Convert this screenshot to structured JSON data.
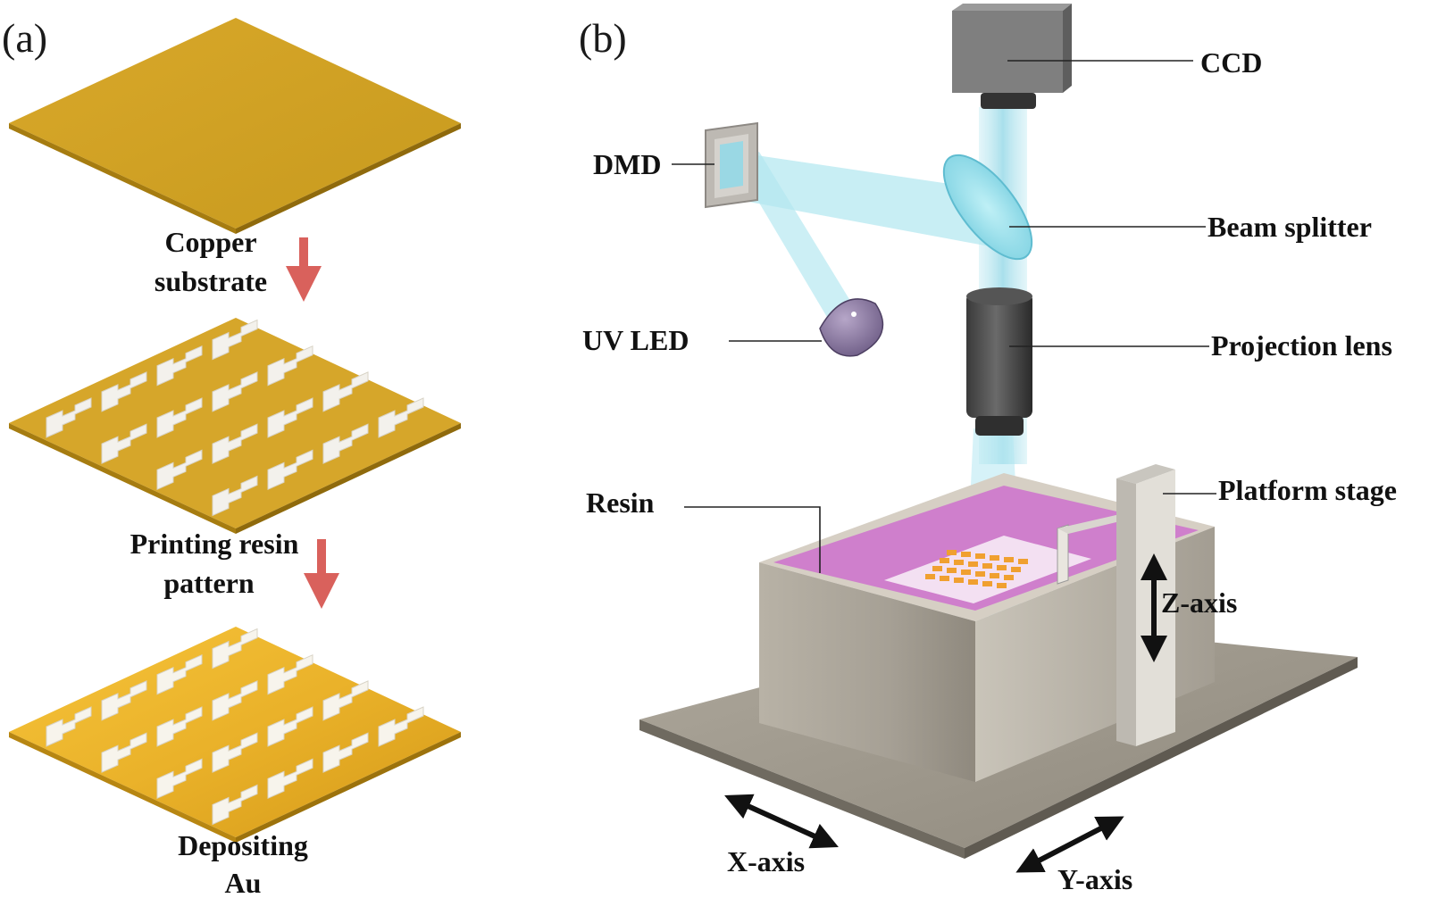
{
  "figure": {
    "panels": {
      "a": "(a)",
      "b": "(b)"
    },
    "process_steps": [
      {
        "line1": "Copper",
        "line2": "substrate"
      },
      {
        "line1": "Printing resin",
        "line2": "pattern"
      },
      {
        "line1": "Depositing",
        "line2": "Au"
      }
    ],
    "components": {
      "ccd": "CCD",
      "dmd": "DMD",
      "beam_splitter": "Beam splitter",
      "uv_led": "UV LED",
      "projection_lens": "Projection lens",
      "resin": "Resin",
      "platform_stage": "Platform stage"
    },
    "axes": {
      "x": "X-axis",
      "y": "Y-axis",
      "z": "Z-axis"
    },
    "colors": {
      "copper": "#d4a024",
      "gold": "#f0b82c",
      "resin": "#c873c2",
      "beam": "#a8e4ee",
      "steel": "#a9a499",
      "arrow": "#d9615c"
    }
  }
}
